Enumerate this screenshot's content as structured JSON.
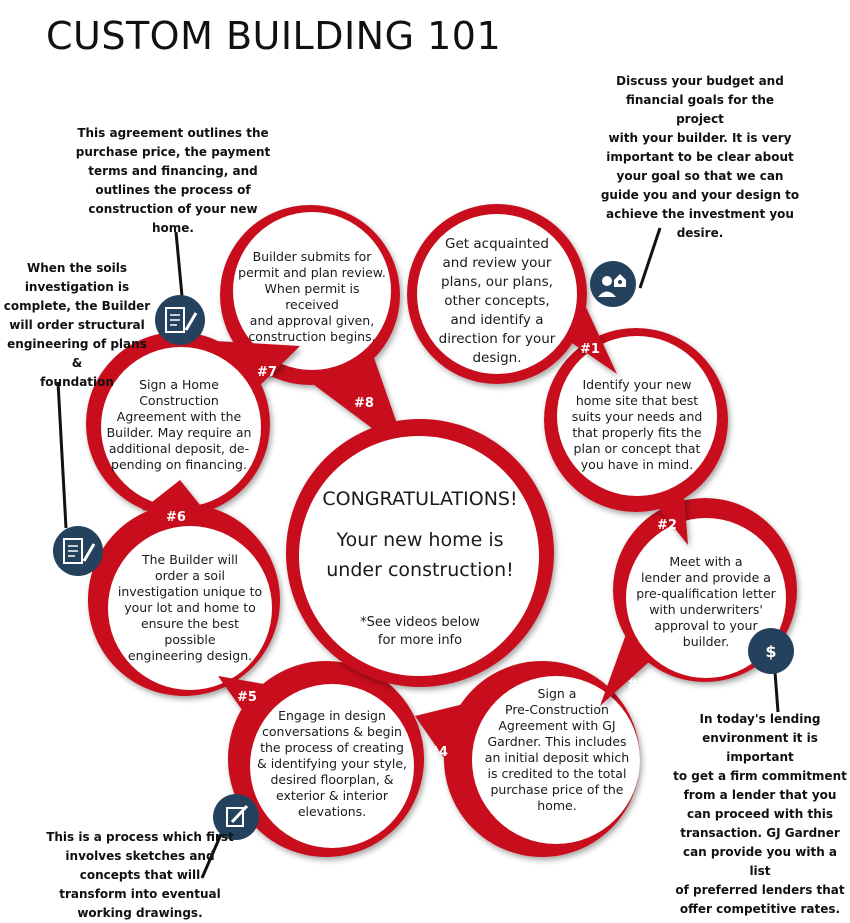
{
  "title": "CUSTOM BUILDING 101",
  "center": {
    "headline": "CONGRATULATIONS!",
    "line1": "Your new home is",
    "line2": "under construction!",
    "note1": "*See videos below",
    "note2": "for more info"
  },
  "steps": [
    {
      "number": "#1",
      "lines": [
        "Get acquainted",
        "and review your",
        "plans, our plans,",
        "other concepts,",
        "and identify a",
        "direction for your",
        "design."
      ]
    },
    {
      "number": "#2",
      "lines": [
        "Identify your new",
        "home site that best",
        "suits your needs and",
        "that properly fits the",
        "plan or concept that",
        "you have in mind."
      ]
    },
    {
      "number": "#3",
      "lines": [
        "Meet with a",
        "lender and provide a",
        "pre-qualification letter",
        "with underwriters'",
        "approval to your",
        "builder."
      ]
    },
    {
      "number": "#4",
      "lines": [
        "Sign a",
        "Pre-Construction",
        "Agreement with GJ",
        "Gardner. This includes",
        "an initial deposit which",
        "is credited to the total",
        "purchase price of the",
        "home."
      ]
    },
    {
      "number": "#5",
      "lines": [
        "Engage in design",
        "conversations & begin",
        "the process of creating",
        "& identifying your style,",
        "desired floorplan, &",
        "exterior & interior",
        "elevations."
      ]
    },
    {
      "number": "#6",
      "lines": [
        "The Builder will",
        "order a soil",
        "investigation unique to",
        "your lot and home to",
        "ensure the best possible",
        "engineering design."
      ]
    },
    {
      "number": "#7",
      "lines": [
        "Sign a Home",
        "Construction",
        "Agreement with the",
        "Builder.  May require an",
        "additional deposit, de-",
        "pending on financing."
      ]
    },
    {
      "number": "#8",
      "lines": [
        "Builder submits for",
        "permit and plan review.",
        "When permit is received",
        "and approval given,",
        "construction begins."
      ]
    }
  ],
  "notes": [
    {
      "lines": [
        "Discuss your budget and",
        "financial goals for the project",
        "with your builder. It is very",
        "important to be clear about",
        "your goal so that we can",
        "guide you and your design to",
        "achieve the investment you",
        "desire."
      ]
    },
    {
      "lines": [
        "This agreement outlines the",
        "purchase price, the payment",
        "terms and financing, and",
        "outlines the process of",
        "construction of your new home."
      ]
    },
    {
      "lines": [
        "When the soils",
        "investigation is",
        "complete, the Builder",
        "will order structural",
        "engineering of plans &",
        "foundation"
      ]
    },
    {
      "lines": [
        "In today's lending",
        "environment it is important",
        "to get a firm commitment",
        "from a lender that you",
        "can proceed with this",
        "transaction. GJ Gardner",
        "can provide you with a list",
        "of preferred lenders that",
        "offer competitive rates."
      ]
    },
    {
      "lines": [
        "This is a process which first",
        "involves sketches and",
        "concepts that will",
        "transform into eventual",
        "working drawings."
      ]
    }
  ],
  "icons": [
    "person-house-icon",
    "contract-sign-icon",
    "contract-sign-icon",
    "dollar-icon",
    "pen-edit-icon"
  ],
  "icon_glyphs": {
    "dollar": "$"
  },
  "colors": {
    "red": "#c8101e",
    "dark_red": "#9e0b15",
    "navy": "#24425e",
    "white": "#ffffff"
  }
}
